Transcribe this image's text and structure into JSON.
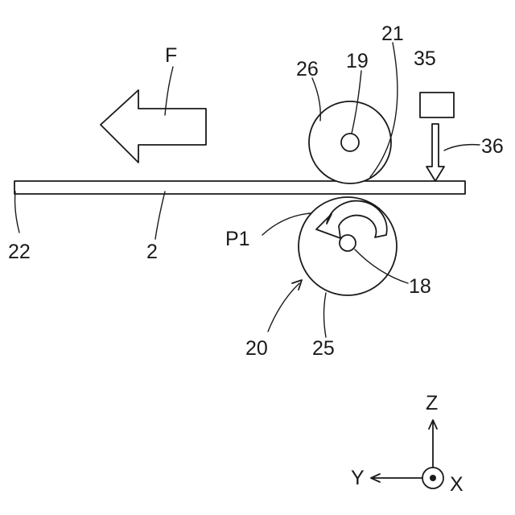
{
  "labels": {
    "feed_direction": "F",
    "upper_roller": "26",
    "upper_shaft": "19",
    "nip": "21",
    "sensor": "35",
    "beam": "36",
    "sheet_edge": "22",
    "sheet": "2",
    "rotation": "P1",
    "lower_shaft": "18",
    "roller_unit": "20",
    "lower_roller": "25"
  },
  "axes": {
    "z": "Z",
    "y": "Y",
    "x": "X"
  }
}
